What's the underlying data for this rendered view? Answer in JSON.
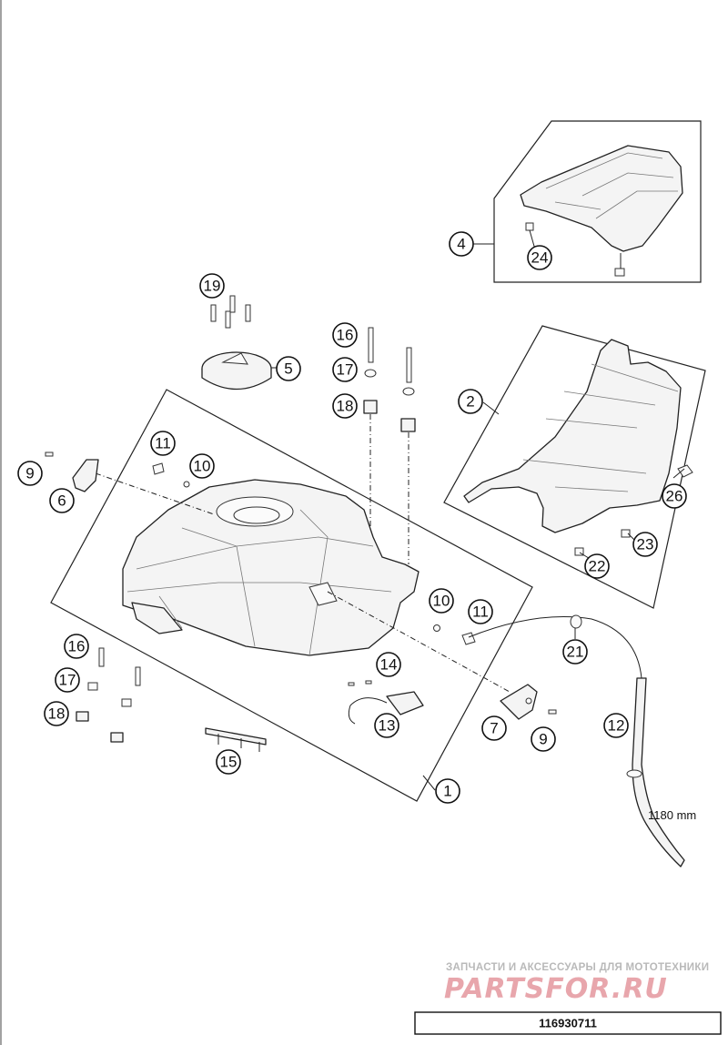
{
  "callouts": [
    {
      "label": "1"
    },
    {
      "label": "2"
    },
    {
      "label": "4"
    },
    {
      "label": "5"
    },
    {
      "label": "6"
    },
    {
      "label": "7"
    },
    {
      "label": "9"
    },
    {
      "label": "9"
    },
    {
      "label": "10"
    },
    {
      "label": "10"
    },
    {
      "label": "11"
    },
    {
      "label": "11"
    },
    {
      "label": "12"
    },
    {
      "label": "13"
    },
    {
      "label": "14"
    },
    {
      "label": "15"
    },
    {
      "label": "16"
    },
    {
      "label": "16"
    },
    {
      "label": "17"
    },
    {
      "label": "17"
    },
    {
      "label": "18"
    },
    {
      "label": "18"
    },
    {
      "label": "19"
    },
    {
      "label": "21"
    },
    {
      "label": "22"
    },
    {
      "label": "23"
    },
    {
      "label": "24"
    },
    {
      "label": "26"
    }
  ],
  "dimension": "1180 mm",
  "watermark": {
    "line1": "ЗАПЧАСТИ И АКСЕССУАРЫ ДЛЯ МОТОТЕХНИКИ",
    "line2": "PARTSFOR.RU"
  },
  "part_code": "116930711"
}
